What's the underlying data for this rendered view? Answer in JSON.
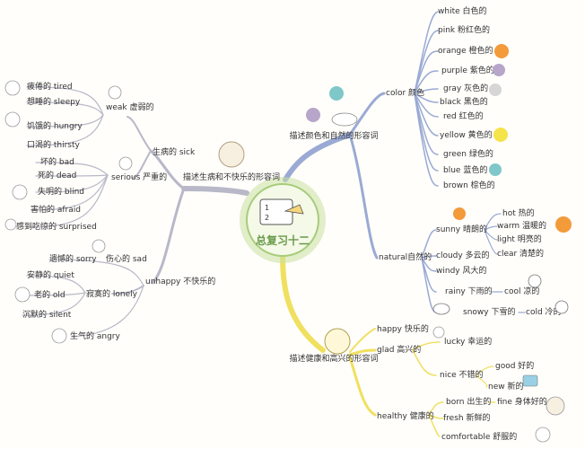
{
  "center": {
    "title": "总复习十二",
    "card_lines": [
      "1",
      "2"
    ]
  },
  "branches": {
    "colors_nature": {
      "label": "描述颜色和自然的形容词",
      "color": {
        "label": "color 颜色",
        "items": [
          "white 白色的",
          "pink 粉红色的",
          "orange 橙色的",
          "purple 紫色的",
          "gray 灰色的",
          "black 黑色的",
          "red 红色的",
          "yellow 黄色的",
          "green 绿色的",
          "blue 蓝色的",
          "brown 棕色的"
        ]
      },
      "natural": {
        "label": "natural自然的",
        "sunny": "sunny 晴朗的",
        "sunny_sub": [
          "hot 热的",
          "warm 温暖的",
          "light 明亮的",
          "clear 清楚的"
        ],
        "cloudy": "cloudy 多云的",
        "windy": "windy 风大的",
        "rainy": "rainy 下雨的",
        "cool": "cool 凉的",
        "snowy": "snowy 下雪的",
        "cold": "cold 冷的"
      }
    },
    "sick_unhappy": {
      "label": "描述生病和不快乐的形容词",
      "sick": {
        "label": "生病的 sick",
        "weak": {
          "label": "weak 虚弱的",
          "items": [
            "疲倦的 tired",
            "想睡的 sleepy",
            "饥饿的 hungry",
            "口渴的 thirsty"
          ]
        },
        "serious": {
          "label": "serious 严重的",
          "items": [
            "坏的 bad",
            "死的 dead",
            "失明的 blind",
            "害怕的 afraid",
            "感到吃惊的 surprised"
          ]
        }
      },
      "unhappy": {
        "label": "unhappy 不快乐的",
        "sorry_row": [
          "遗憾的 sorry",
          "伤心的 sad"
        ],
        "lonely": {
          "label": "寂寞的 lonely",
          "items": [
            "安静的 quiet",
            "老的 old",
            "沉默的 silent"
          ]
        },
        "angry": "生气的 angry"
      }
    },
    "healthy_happy": {
      "label": "描述健康和高兴的形容词",
      "happy": "happy 快乐的",
      "glad": {
        "label": "glad 高兴的",
        "lucky": "lucky 幸运的",
        "nice": "nice 不错的",
        "good": "good 好的",
        "new": "new 新的"
      },
      "healthy": {
        "label": "healthy 健康的",
        "born": "born 出生的",
        "fine": "fine 身体好的",
        "fresh": "fresh 新鲜的",
        "comfortable": "comfortable 舒服的"
      }
    }
  },
  "colors": {
    "green_center": "#c8e0a0",
    "blue_branch": "#9aaad4",
    "gray_branch": "#b8b8c8",
    "yellow_branch": "#f0e060",
    "orange_dot": "#f39a3a",
    "purple_dot": "#b7a6c9",
    "gray_dot": "#d6d6d6",
    "yellow_dot": "#f5e34a",
    "teal_dot": "#7fc7c9",
    "text": "#333333"
  }
}
